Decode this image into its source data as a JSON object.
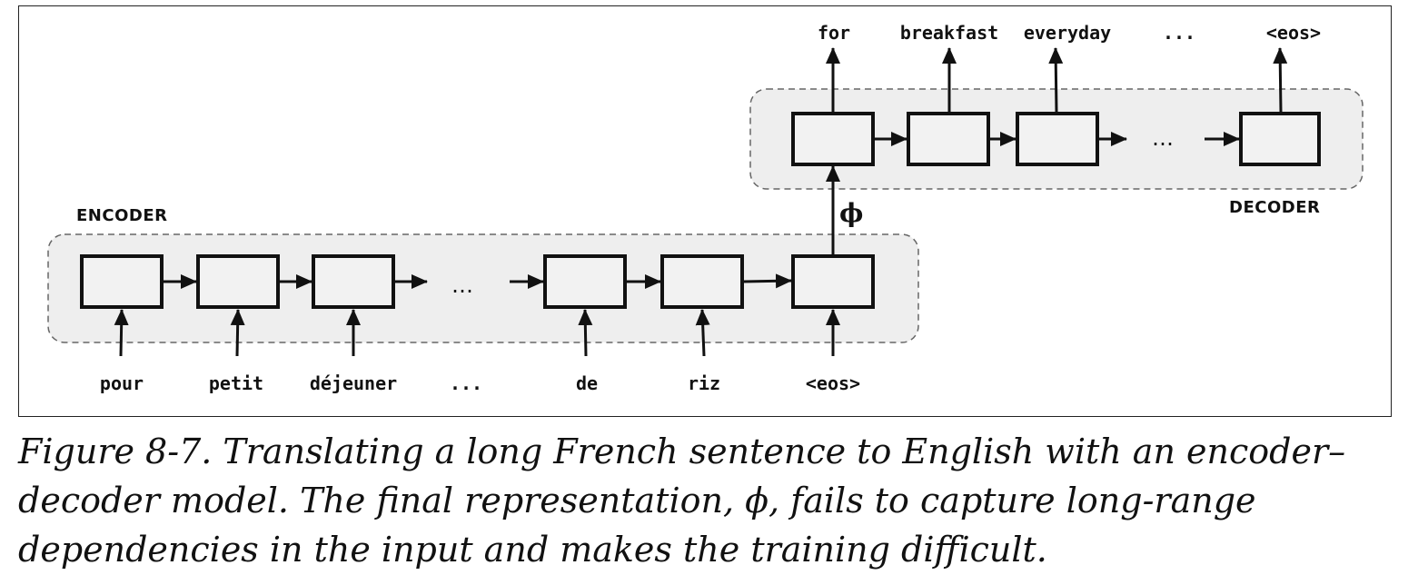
{
  "encoder": {
    "label": "ENCODER",
    "inputs": [
      "pour",
      "petit",
      "déjeuner",
      "...",
      "de",
      "riz",
      "<eos>"
    ],
    "ellipsis": "…"
  },
  "decoder": {
    "label": "DECODER",
    "outputs": [
      "for",
      "breakfast",
      "everyday",
      "...",
      "<eos>"
    ],
    "ellipsis": "…"
  },
  "representation_symbol": "ϕ",
  "caption": "Figure 8-7. Translating a long French sentence to English with an encoder–decoder model. The final representation, ϕ, fails to capture long-range dependencies in the input and makes the training difficult."
}
